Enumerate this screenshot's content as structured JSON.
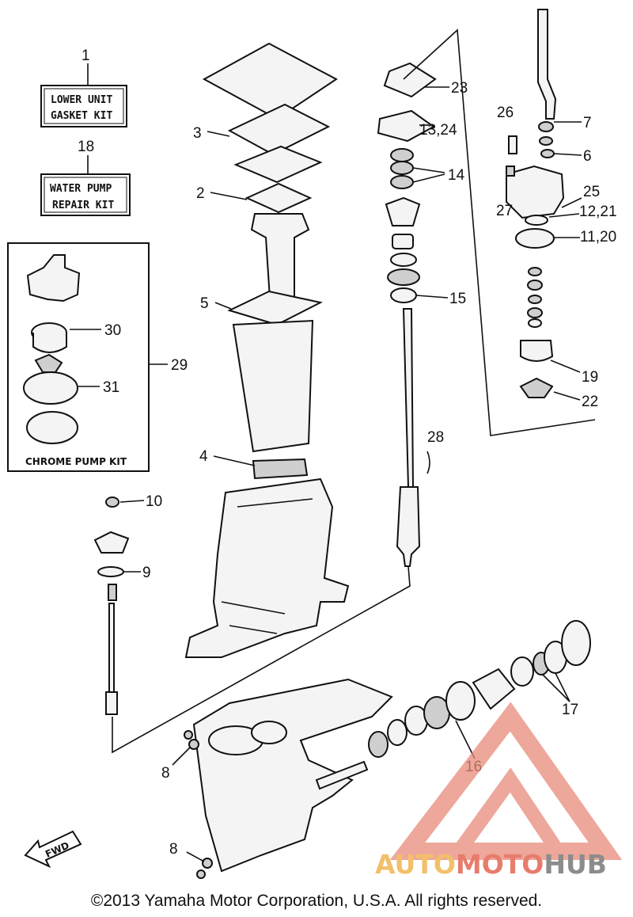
{
  "kits": {
    "lower_unit": {
      "number": "1",
      "line1": "LOWER UNIT",
      "line2": "GASKET KIT"
    },
    "water_pump": {
      "number": "18",
      "line1": "WATER PUMP",
      "line2": "REPAIR KIT"
    },
    "chrome": {
      "number": "29",
      "label": "CHROME PUMP KIT"
    }
  },
  "callouts": [
    "23",
    "13,24",
    "14",
    "15",
    "28",
    "26",
    "7",
    "6",
    "25",
    "27",
    "12,21",
    "11,20",
    "19",
    "22",
    "3",
    "2",
    "5",
    "4",
    "30",
    "31",
    "10",
    "9",
    "8",
    "8",
    "16",
    "17"
  ],
  "fwd_label": "FWD",
  "watermark": {
    "part1": "AUTO",
    "part2": "MOTO",
    "part3": "HUB",
    "colors": [
      "#f2c06a",
      "#e87c6c",
      "#8c8c8c"
    ]
  },
  "copyright": "©2013 Yamaha Motor Corporation, U.S.A. All rights reserved."
}
